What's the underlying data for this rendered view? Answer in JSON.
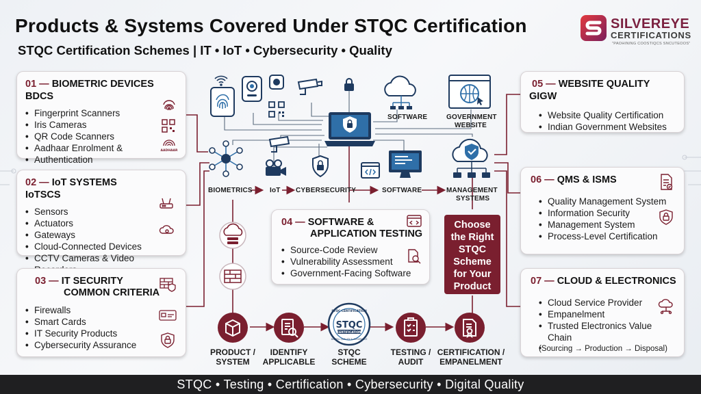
{
  "header": {
    "title": "Products & Systems Covered Under STQC Certification",
    "subtitle": "STQC Certification Schemes | IT • IoT • Cybersecurity • Quality"
  },
  "logo": {
    "name": "SILVEREYE",
    "sub": "CERTIFICATIONS",
    "tag": "\"PAOHINING COOSTIQCS SNCUTEOOS\""
  },
  "cards": {
    "c01": {
      "num": "01 —",
      "title": "BIOMETRIC DEVICES",
      "code": "BDCS",
      "items": [
        "Fingerprint Scanners",
        "Iris Cameras",
        "QR Code Scanners",
        "Aadhaar Enrolment &",
        "Authentication"
      ],
      "icon_label": "AADHAAR"
    },
    "c02": {
      "num": "02 —",
      "title": "IoT SYSTEMS",
      "code": "IoTSCS",
      "items": [
        "Sensors",
        "Actuators",
        "Gateways",
        "Cloud-Connected Devices",
        "CCTV Cameras & Video Recorders"
      ]
    },
    "c03": {
      "num": "03 —",
      "title": "IT SECURITY",
      "title2": "COMMON CRITERIA",
      "items": [
        "Firewalls",
        "Smart Cards",
        "IT Security Products",
        "Cybersecurity Assurance"
      ]
    },
    "c04": {
      "num": "04 —",
      "title": "SOFTWARE &",
      "title2": "APPLICATION TESTING",
      "items": [
        "Source-Code Review",
        "Vulnerability Assessment",
        "Government-Facing Software"
      ]
    },
    "c05": {
      "num": "05 —",
      "title": "WEBSITE QUALITY",
      "code": "GIGW",
      "items": [
        "Website Quality Certification",
        "Indian Government Websites"
      ]
    },
    "c06": {
      "num": "06 —",
      "title": "QMS & ISMS",
      "items": [
        "Quality Management System",
        "Information Security",
        "Management System",
        "Process-Level Certification"
      ]
    },
    "c07": {
      "num": "07 —",
      "title": "CLOUD & ELECTRONICS",
      "items": [
        "Cloud Service Provider",
        "Empanelment",
        "Trusted Electronics Value Chain",
        "(Sourcing → Production → Disposal)"
      ]
    }
  },
  "diagram": {
    "labels": {
      "software": "SOFTWARE",
      "gov_web_1": "GOVERNMENT",
      "gov_web_2": "WEBSITE",
      "biometrics": "BIOMETRICS",
      "iot": "IoT",
      "cyber": "CYBERSECURITY",
      "software2": "SOFTWARE",
      "mgmt1": "MANAGEMENT",
      "mgmt2": "SYSTEMS",
      "arrow": "→"
    },
    "choose": [
      "Choose",
      "the Right",
      "STQC",
      "Scheme",
      "for Your",
      "Product"
    ],
    "badge": {
      "top": "STQC CERTIFICATION",
      "main": "STQC",
      "sub": "CERTIFICATION",
      "bottom": "DIGITAL QUALITY & ASSURANCE"
    }
  },
  "flow": {
    "steps": [
      {
        "l1": "PRODUCT /",
        "l2": "SYSTEM"
      },
      {
        "l1": "IDENTIFY",
        "l2": "APPLICABLE"
      },
      {
        "l1": "STQC",
        "l2": "SCHEME"
      },
      {
        "l1": "TESTING /",
        "l2": "AUDIT"
      },
      {
        "l1": "CERTIFICATION /",
        "l2": "EMPANELMENT"
      }
    ]
  },
  "footer": {
    "text": "STQC • Testing • Certification • Cybersecurity • Digital Quality"
  },
  "colors": {
    "accent": "#7a1f2f",
    "dark": "#1f1f21",
    "navy": "#1e3a5f",
    "blue": "#2f6fa8"
  }
}
